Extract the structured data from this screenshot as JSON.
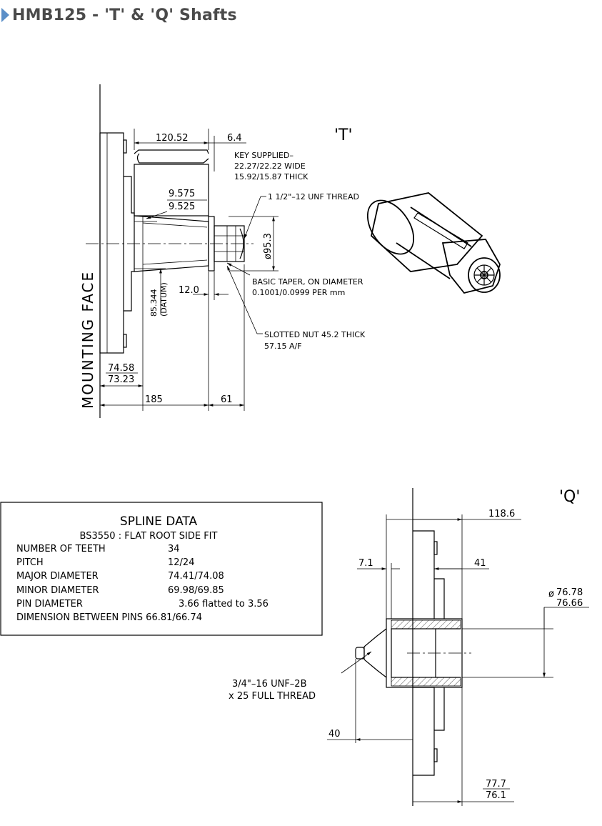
{
  "header": {
    "title": "HMB125 - 'T' & 'Q' Shafts"
  },
  "t_view": {
    "label": "'T'",
    "mounting_face": "MOUNTING FACE",
    "dim_key_length": "120.52",
    "dim_key_offset": "6.4",
    "key_note": [
      "KEY SUPPLIED–",
      "22.27/22.22 WIDE",
      "15.92/15.87 THICK"
    ],
    "dim_gauge_upper": "9.575",
    "dim_gauge_lower": "9.525",
    "thread_note": "1 1/2\"–12 UNF THREAD",
    "dim_nut_diameter": "ø95.3",
    "taper_note": [
      "BASIC TAPER, ON DIAMETER",
      "0.1001/0.0999 PER mm"
    ],
    "dim_datum": "85.344",
    "datum_label": "(DATUM)",
    "dim_gap": "12.0",
    "nut_note": [
      "SLOTTED NUT 45.2 THICK",
      "57.15 A/F"
    ],
    "dim_flange_upper": "74.58",
    "dim_flange_lower": "73.23",
    "dim_overall": "185",
    "dim_nut_length": "61"
  },
  "spline_data": {
    "title": "SPLINE DATA",
    "subtitle": "BS3550 : FLAT ROOT SIDE FIT",
    "rows": [
      {
        "label": "NUMBER OF TEETH",
        "value": "34"
      },
      {
        "label": "PITCH",
        "value": "12/24"
      },
      {
        "label": "MAJOR DIAMETER",
        "value": "74.41/74.08"
      },
      {
        "label": "MINOR DIAMETER",
        "value": "69.98/69.85"
      },
      {
        "label": "PIN DIAMETER",
        "value": "3.66 flatted to 3.56"
      }
    ],
    "last_row": "DIMENSION BETWEEN PINS 66.81/66.74"
  },
  "q_view": {
    "label": "'Q'",
    "dim_overall": "118.6",
    "dim_left": "7.1",
    "dim_right": "41",
    "dim_bore_upper": "76.78",
    "dim_bore_lower": "76.66",
    "dim_bore_symbol": "ø",
    "thread_note": [
      "3/4\"–16 UNF–2B",
      "x 25 FULL THREAD"
    ],
    "dim_stub": "40",
    "dim_bottom_upper": "77.7",
    "dim_bottom_lower": "76.1"
  }
}
